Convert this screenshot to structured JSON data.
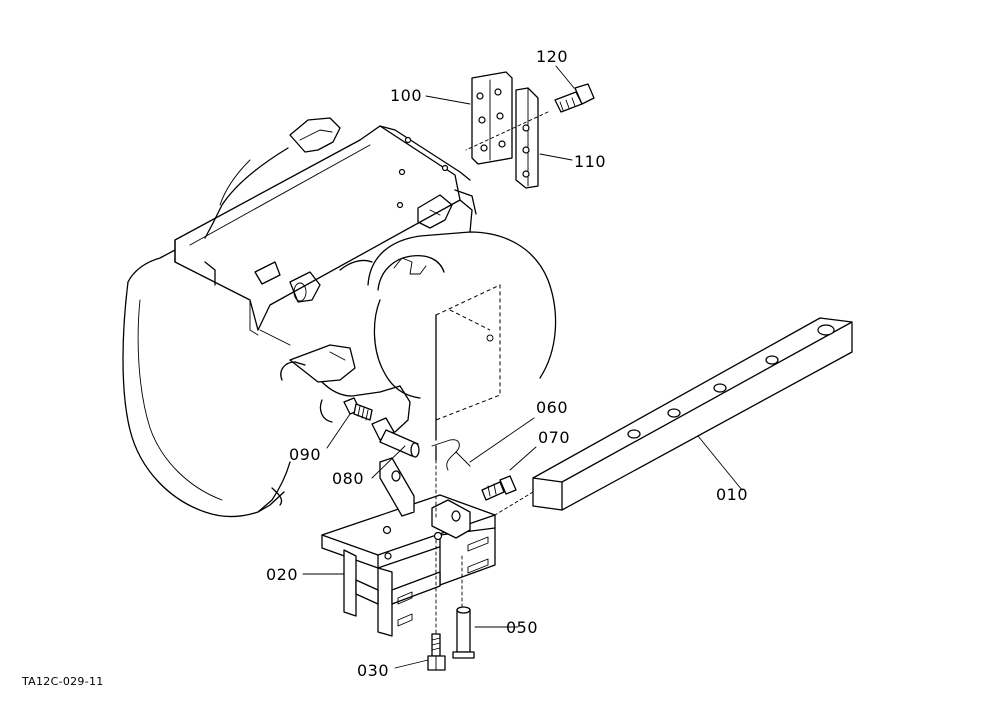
{
  "figure": {
    "code": "TA12C-029-11",
    "parts": [
      {
        "id": "p010",
        "number": "010"
      },
      {
        "id": "p020",
        "number": "020"
      },
      {
        "id": "p030",
        "number": "030"
      },
      {
        "id": "p050",
        "number": "050"
      },
      {
        "id": "p060",
        "number": "060"
      },
      {
        "id": "p070",
        "number": "070"
      },
      {
        "id": "p080",
        "number": "080"
      },
      {
        "id": "p090",
        "number": "090"
      },
      {
        "id": "p100",
        "number": "100"
      },
      {
        "id": "p110",
        "number": "110"
      },
      {
        "id": "p120",
        "number": "120"
      }
    ]
  }
}
